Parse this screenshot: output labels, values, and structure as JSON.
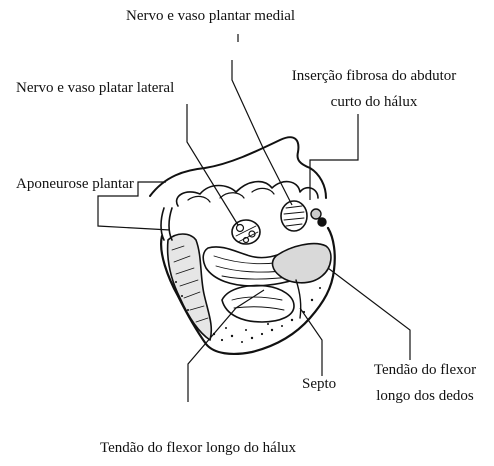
{
  "labels": {
    "medial_nerve_vessel": "Nervo e vaso plantar medial",
    "lateral_nerve_vessel": "Nervo e vaso platar lateral",
    "fibrous_insertion_line1": "Inserção fibrosa do abdutor",
    "fibrous_insertion_line2": "curto do hálux",
    "plantar_aponeurosis": "Aponeurose plantar",
    "septum": "Septo",
    "flexor_digitorum_line1": "Tendão do flexor",
    "flexor_digitorum_line2": "longo dos dedos",
    "flexor_hallucis": "Tendão do flexor longo do hálux"
  },
  "colors": {
    "ink": "#111111",
    "background": "#ffffff"
  }
}
